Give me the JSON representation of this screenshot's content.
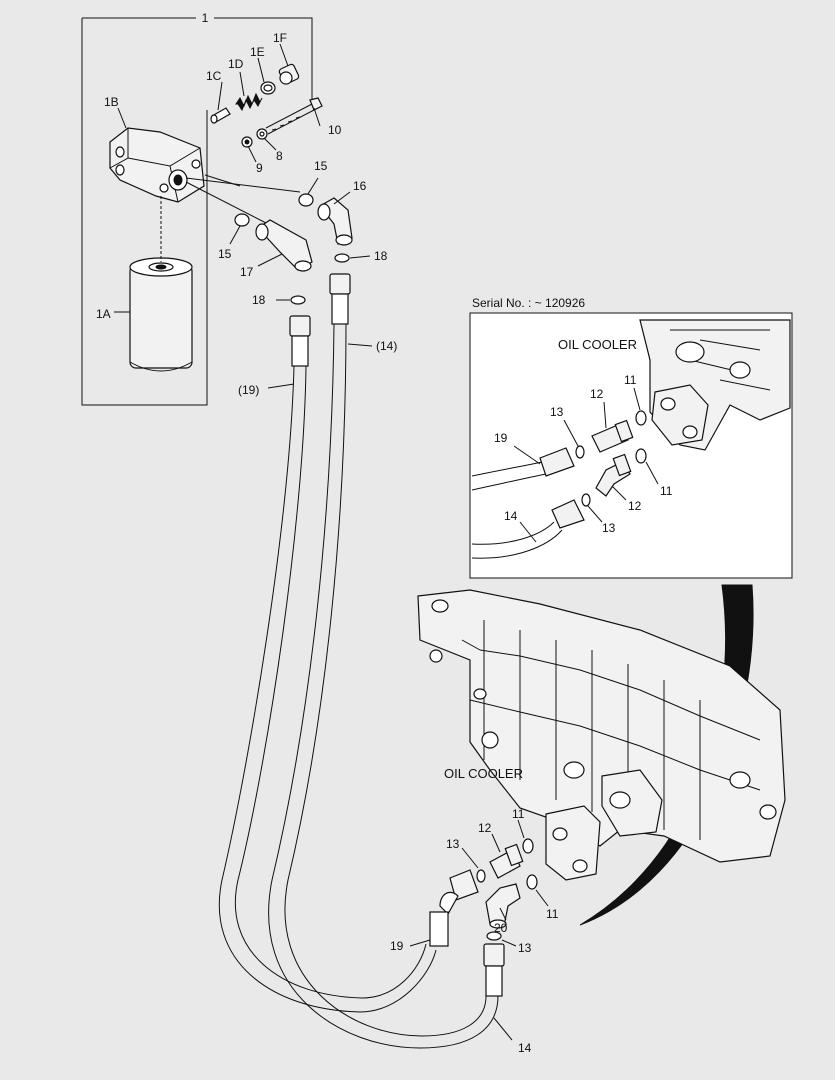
{
  "diagram": {
    "inset_serial": "Serial No. : ~ 120926",
    "inset_title": "OIL COOLER",
    "main_title": "OIL COOLER",
    "callouts": {
      "c1": "1",
      "c1A": "1A",
      "c1B": "1B",
      "c1C": "1C",
      "c1D": "1D",
      "c1E": "1E",
      "c1F": "1F",
      "c8": "8",
      "c9": "9",
      "c10": "10",
      "c15a": "15",
      "c15b": "15",
      "c16": "16",
      "c17": "17",
      "c18a": "18",
      "c18b": "18",
      "c14p": "(14)",
      "c19p": "(19)",
      "i11a": "11",
      "i12a": "12",
      "i13a": "13",
      "i19": "19",
      "i11b": "11",
      "i12b": "12",
      "i13b": "13",
      "i14": "14",
      "m11a": "11",
      "m12": "12",
      "m13a": "13",
      "m11b": "11",
      "m19": "19",
      "m20": "20",
      "m13b": "13",
      "m14": "14"
    }
  }
}
